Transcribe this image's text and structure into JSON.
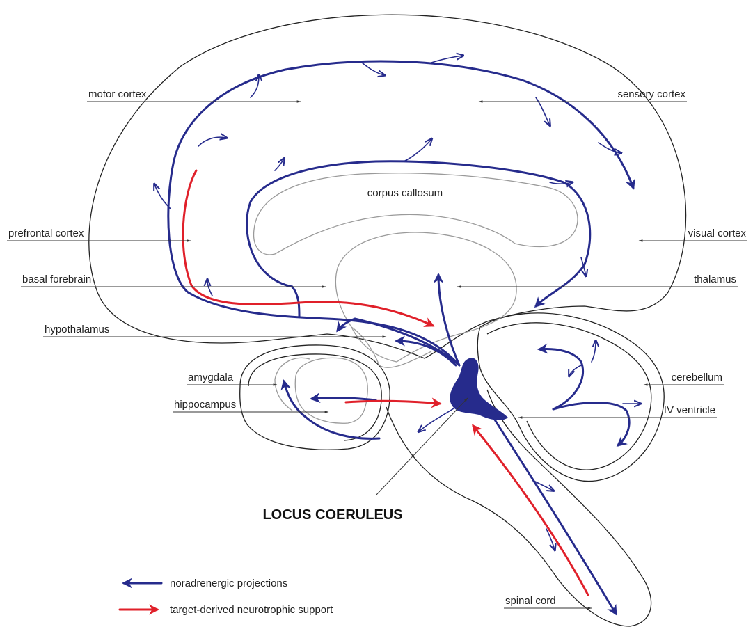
{
  "labels": {
    "motor_cortex": "motor cortex",
    "sensory_cortex": "sensory cortex",
    "corpus_callosum": "corpus callosum",
    "prefrontal_cortex": "prefrontal cortex",
    "visual_cortex": "visual cortex",
    "basal_forebrain": "basal forebrain",
    "thalamus": "thalamus",
    "hypothalamus": "hypothalamus",
    "amygdala": "amygdala",
    "cerebellum": "cerebellum",
    "hippocampus": "hippocampus",
    "iv_ventricle": "IV ventricle",
    "locus_coeruleus": "LOCUS COERULEUS",
    "spinal_cord": "spinal cord"
  },
  "legend": {
    "noradrenergic": "noradrenergic projections",
    "neurotrophic": "target-derived neurotrophic support"
  },
  "colors": {
    "noradrenergic": "#262b8c",
    "neurotrophic": "#e0202a",
    "outline": "#222222",
    "inner_structure": "#9a9a9a"
  }
}
